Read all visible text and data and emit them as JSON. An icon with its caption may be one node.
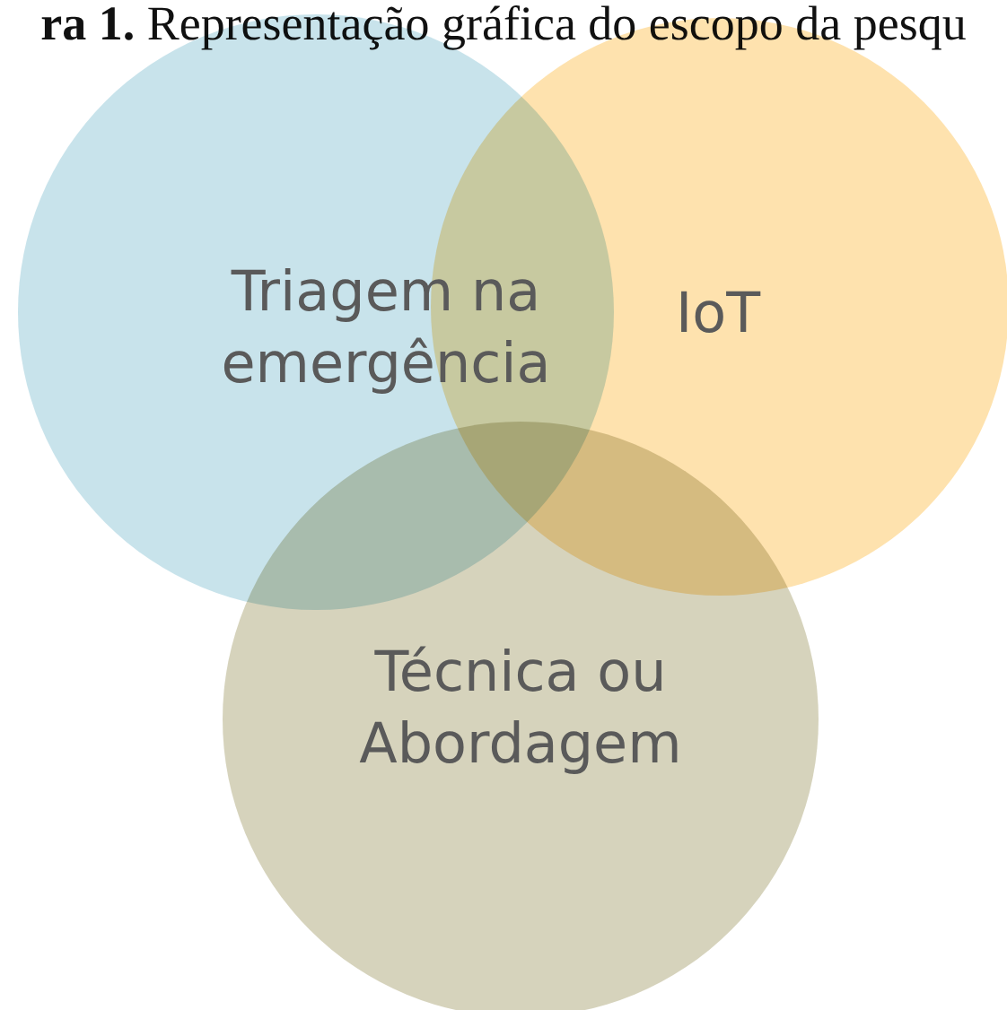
{
  "diagram": {
    "title": "**ra 1.** Representação gráfica do escopo da pesqu",
    "nodes": [
      {
        "text": [
          "Triagem na emergência"
        ]
      },
      {
        "text": [
          "IoT"
        ]
      },
      {
        "text": [
          "Técnica ou Abordagem"
        ]
      }
    ]
  }
}
